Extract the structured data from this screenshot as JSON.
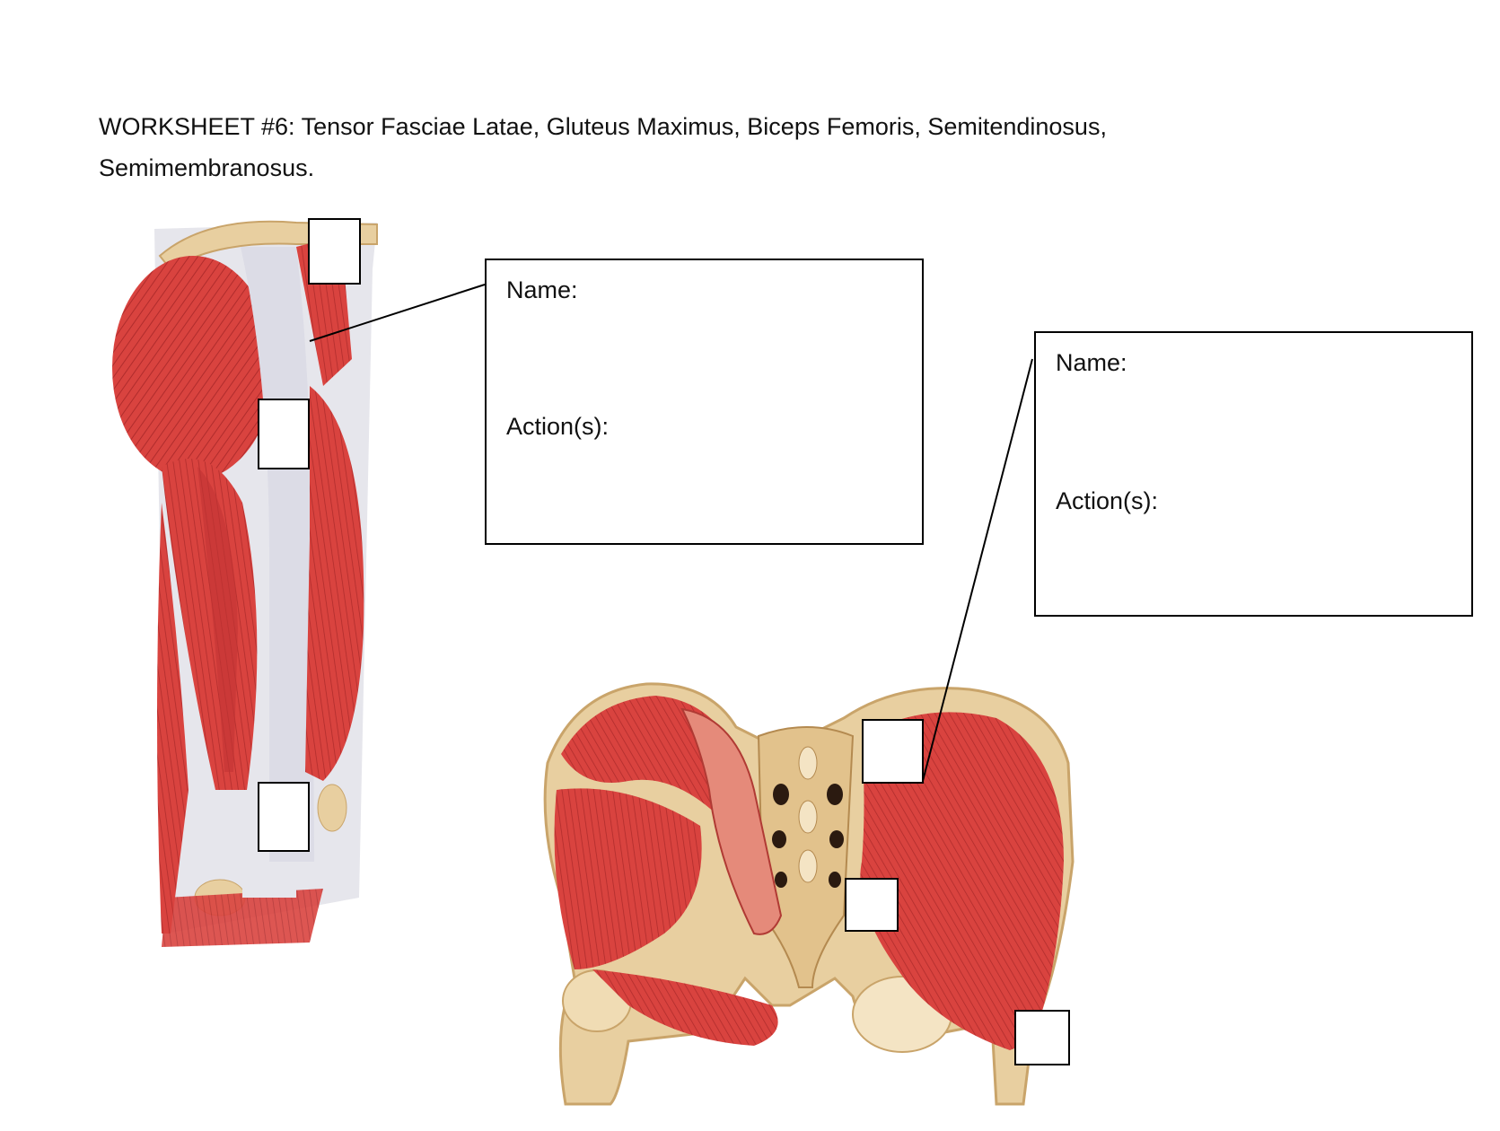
{
  "worksheet": {
    "title_line1": "WORKSHEET #6: Tensor Fasciae Latae, Gluteus Maximus,  Biceps Femoris, Semitendinosus,",
    "title_line2": "Semimembranosus."
  },
  "info_boxes": [
    {
      "name_label": "Name:",
      "action_label": "Action(s):"
    },
    {
      "name_label": "Name:",
      "action_label": "Action(s):"
    }
  ],
  "colors": {
    "muscle": "#d9433f",
    "muscle_dark": "#b32b2b",
    "tendon": "#e4e4ea",
    "bone": "#e8cfa0",
    "bone_dark": "#c9a46a",
    "line": "#000000"
  }
}
